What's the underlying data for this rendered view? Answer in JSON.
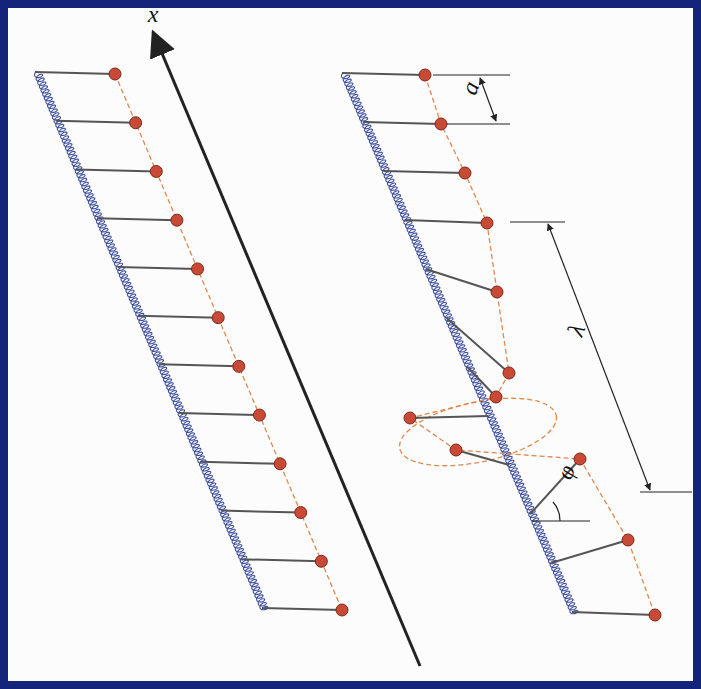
{
  "diagram": {
    "labels": [
      "x",
      "a",
      "λ",
      "φ"
    ]
  }
}
